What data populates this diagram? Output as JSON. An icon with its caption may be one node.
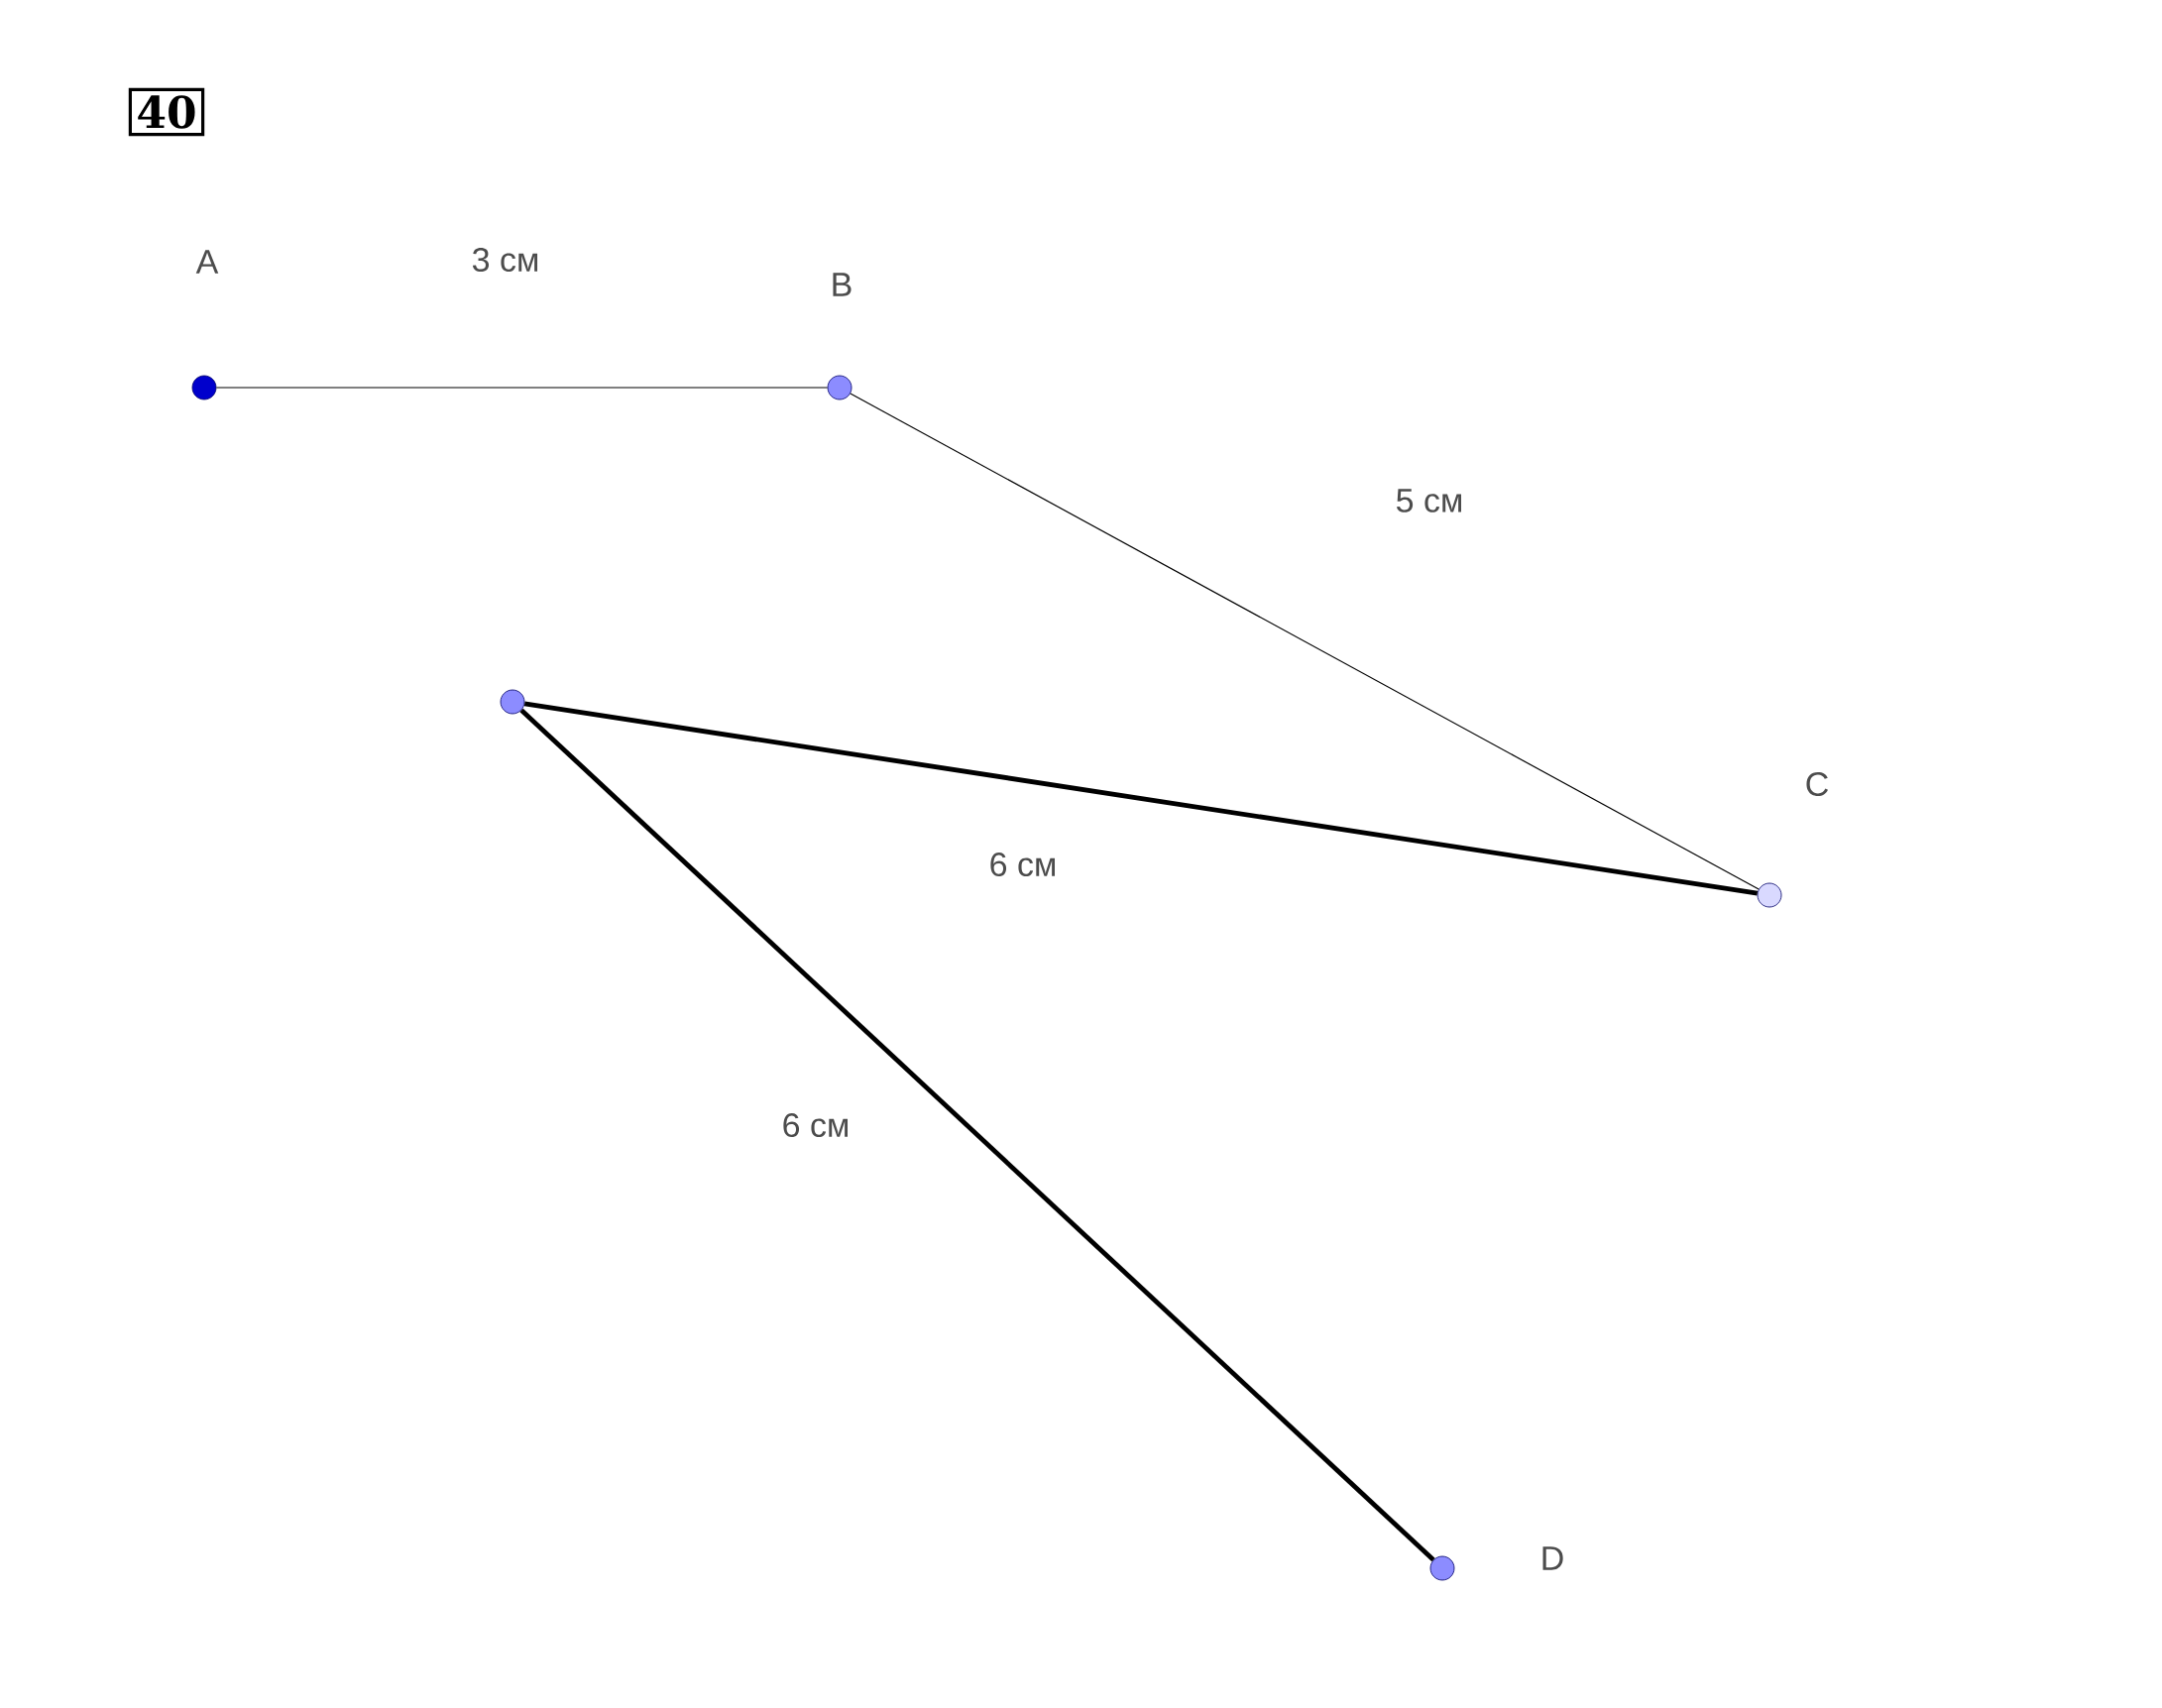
{
  "diagram": {
    "title": "40",
    "nodes": [
      {
        "text": [
          "A"
        ]
      },
      {
        "text": [
          "B"
        ]
      },
      {
        "text": [
          "C"
        ]
      },
      {
        "text": [],
        "shape": "circle"
      },
      {
        "text": [
          "D"
        ]
      }
    ],
    "edges": [
      {
        "from": 0,
        "to": 1,
        "arrow": "none",
        "label": "3 см"
      },
      {
        "from": 1,
        "to": 2,
        "arrow": "none",
        "label": "5 см"
      },
      {
        "from": 3,
        "to": 2,
        "arrow": "none",
        "label": "6 см",
        "style": "thick"
      },
      {
        "from": 3,
        "to": 4,
        "arrow": "none",
        "label": "6 см",
        "style": "thick"
      }
    ]
  }
}
